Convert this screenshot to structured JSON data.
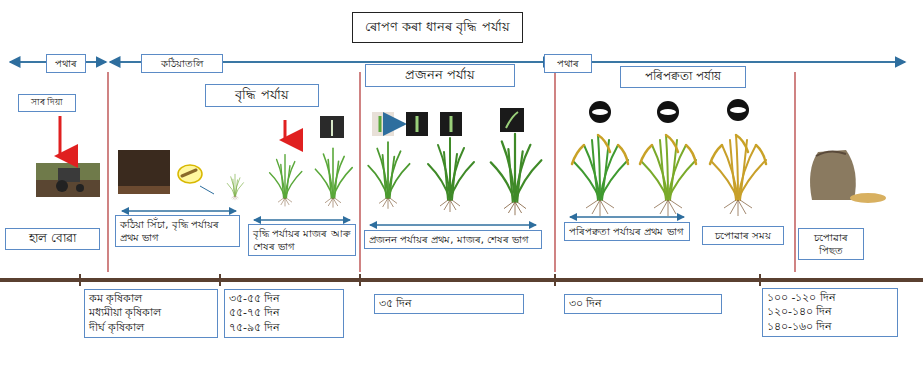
{
  "diagram": {
    "title": "ৰোপণ কৰা ধানৰ বৃদ্ধি পৰ্যায়",
    "nodes": [
      {
        "text": [
          "পথাৰ"
        ]
      },
      {
        "text": [
          "কঠিয়াতলি"
        ]
      },
      {
        "text": [
          "পথাৰ"
        ]
      },
      {
        "text": [
          "বৃদ্ধি পৰ্যায়"
        ]
      },
      {
        "text": [
          "প্ৰজনন পৰ্যায়"
        ]
      },
      {
        "text": [
          "পৰিপক্বতা পৰ্যায়"
        ]
      },
      {
        "text": [
          "সাৰ দিয়া"
        ]
      },
      {
        "text": [
          "হাল বোৱা"
        ]
      },
      {
        "text": [
          "কঠিয়া সিঁচা, বৃদ্ধি পৰ্যায়ৰ প্ৰথম ভাগ"
        ]
      },
      {
        "text": [
          "বৃদ্ধি পৰ্যায়ৰ মাজৰ আৰু শেষৰ ভাগ"
        ]
      },
      {
        "text": [
          "প্ৰজনন পৰ্যায়ৰ প্ৰথম, মাজৰ, শেষৰ ভাগ"
        ]
      },
      {
        "text": [
          "পৰিপক্বতা পৰ্যায়ৰ প্ৰথম ভাগ"
        ]
      },
      {
        "text": [
          "চপোৱাৰ সময়"
        ]
      },
      {
        "text": [
          "চপোৱাৰ পিছত"
        ]
      },
      {
        "text": [
          "কম কৃষিকাল",
          "মধ্যমীয়া কৃষিকাল",
          "দীৰ্ঘ কৃষিকাল"
        ]
      },
      {
        "text": [
          "৩৫-৫৫ দিন",
          "৫৫-৭৫ দিন",
          "৭৫-৯৫ দিন"
        ]
      },
      {
        "text": [
          "৩৫ দিন"
        ]
      },
      {
        "text": [
          "৩০ দিন"
        ]
      },
      {
        "text": [
          "১০০ -১২০ দিন",
          "১২০-১৪০ দিন",
          "১৪০-১৬০ দিন"
        ]
      }
    ]
  }
}
